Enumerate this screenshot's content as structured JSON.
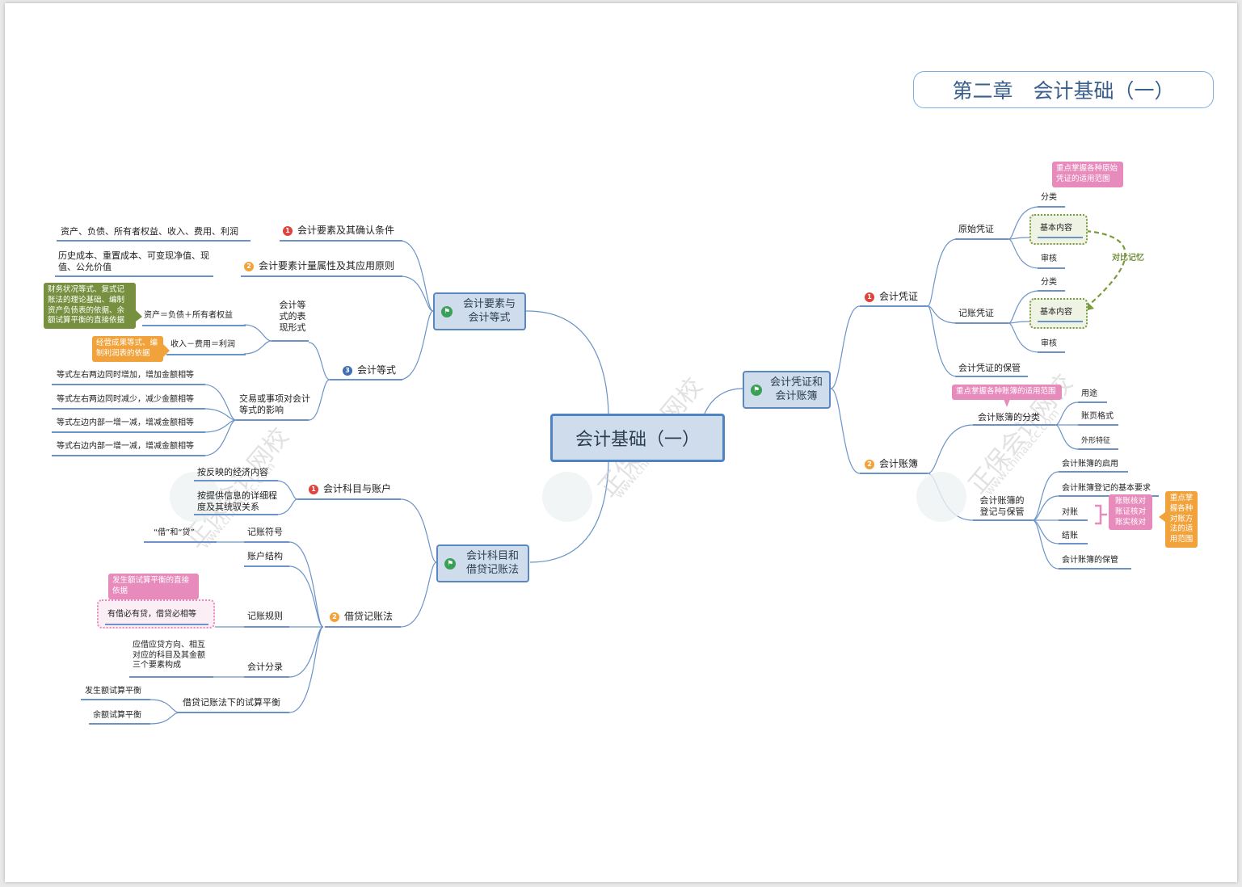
{
  "title": "第二章　会计基础（一）",
  "center": "会计基础（一）",
  "watermark": {
    "brand": "正保会计网校",
    "url": "www.chinaacc.com"
  },
  "colors": {
    "line": "#6b93c7",
    "node_fill": "#cfdcec",
    "pink": "#e78bbc",
    "olive": "#76903f",
    "orange": "#f2a23a"
  },
  "left_top": {
    "label": "会计要素与会计等式",
    "b1": {
      "num": "1",
      "label": "会计要素及其确认条件",
      "leaf": "资产、负债、所有者权益、收入、费用、利润"
    },
    "b2": {
      "num": "2",
      "label": "会计要素计量属性及其应用原则",
      "leaf": "历史成本、重置成本、可变现净值、现值、公允价值"
    },
    "b3": {
      "num": "3",
      "label": "会计等式",
      "form": {
        "label": "会计等式的表现形式",
        "eq1": "资产＝负债＋所有者权益",
        "note1": "财务状况等式、复式记账法的理论基础、编制资产负债表的依据、余额试算平衡的直接依据",
        "eq2": "收入－费用＝利润",
        "note2": "经营成果等式、编制利润表的依据"
      },
      "effect": {
        "label": "交易或事项对会计等式的影响",
        "items": [
          "等式左右两边同时增加，增加金额相等",
          "等式左右两边同时减少，减少金额相等",
          "等式左边内部一增一减，增减金额相等",
          "等式右边内部一增一减，增减金额相等"
        ]
      }
    }
  },
  "left_bottom": {
    "label": "会计科目和借贷记账法",
    "b1": {
      "num": "1",
      "label": "会计科目与账户",
      "items": [
        "按反映的经济内容",
        "按提供信息的详细程度及其统驭关系"
      ]
    },
    "b2": {
      "num": "2",
      "label": "借贷记账法",
      "symbol": {
        "label": "记账符号",
        "leaf": "“借”和“贷”"
      },
      "structure": {
        "label": "账户结构"
      },
      "rule": {
        "label": "记账规则",
        "leaf": "有借必有贷，借贷必相等",
        "note": "发生额试算平衡的直接依据"
      },
      "entry": {
        "label": "会计分录",
        "leaf": "应借应贷方向、相互对应的科目及其金额三个要素构成"
      },
      "trial": {
        "label": "借贷记账法下的试算平衡",
        "items": [
          "发生额试算平衡",
          "余额试算平衡"
        ]
      }
    }
  },
  "right": {
    "label": "会计凭证和会计账簿",
    "b1": {
      "num": "1",
      "label": "会计凭证",
      "original": {
        "label": "原始凭证",
        "items": [
          "分类",
          "基本内容",
          "审核"
        ],
        "note": "重点掌握各种原始凭证的适用范围"
      },
      "voucher": {
        "label": "记账凭证",
        "items": [
          "分类",
          "基本内容",
          "审核"
        ]
      },
      "compare": "对比记忆",
      "keep": "会计凭证的保管"
    },
    "b2": {
      "num": "2",
      "label": "会计账簿",
      "cls": {
        "label": "会计账簿的分类",
        "items": [
          "用途",
          "账页格式",
          "外形特征"
        ],
        "note": "重点掌握各种账簿的适用范围"
      },
      "reg": {
        "label": "会计账簿的登记与保管",
        "items": [
          "会计账簿的启用",
          "会计账簿登记的基本要求",
          "对账",
          "结账",
          "会计账簿的保管"
        ],
        "check": "账账核对账证核对账实核对",
        "note": "重点掌握各种对账方法的适用范围"
      }
    }
  }
}
